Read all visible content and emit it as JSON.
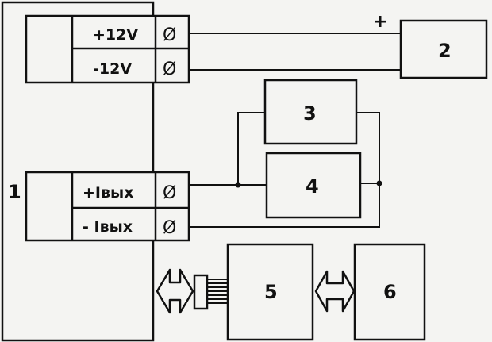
{
  "diagram": {
    "blocks": {
      "b1": "1",
      "b2": "2",
      "b3": "3",
      "b4": "4",
      "b5": "5",
      "b6": "6"
    },
    "terminals": {
      "plus12": "+12V",
      "minus12": "-12V",
      "plus_out": "+Iвых",
      "minus_out": "- Iвых"
    },
    "polarity_mark": "+",
    "terminal_symbol": "Ø",
    "colors": {
      "line": "#111111",
      "background": "#f4f4f2"
    }
  }
}
